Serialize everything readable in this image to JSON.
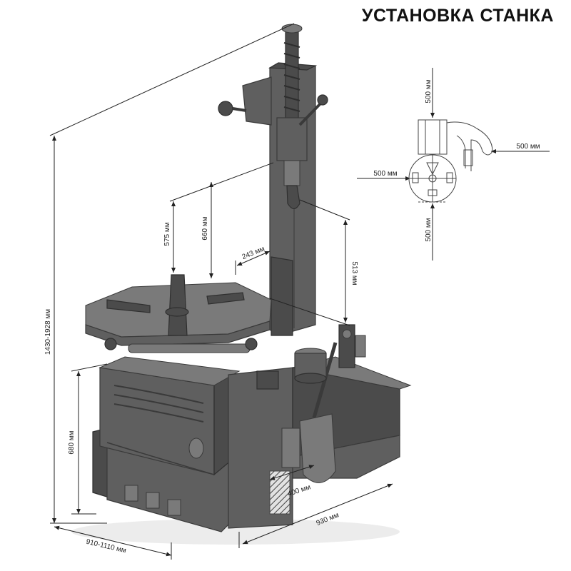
{
  "title": "УСТАНОВКА СТАНКА",
  "dimensions": {
    "height": "1430-1928 мм",
    "base_height": "680 мм",
    "clamp_575": "575 мм",
    "clamp_660": "660 мм",
    "arm_243": "243 мм",
    "column_513": "513 мм",
    "depth": "910-1110 мм",
    "width": "930 мм",
    "pedal": "400 мм"
  },
  "clearance": {
    "top": "500 мм",
    "right": "500 мм",
    "left": "500 мм",
    "bottom": "500 мм"
  }
}
